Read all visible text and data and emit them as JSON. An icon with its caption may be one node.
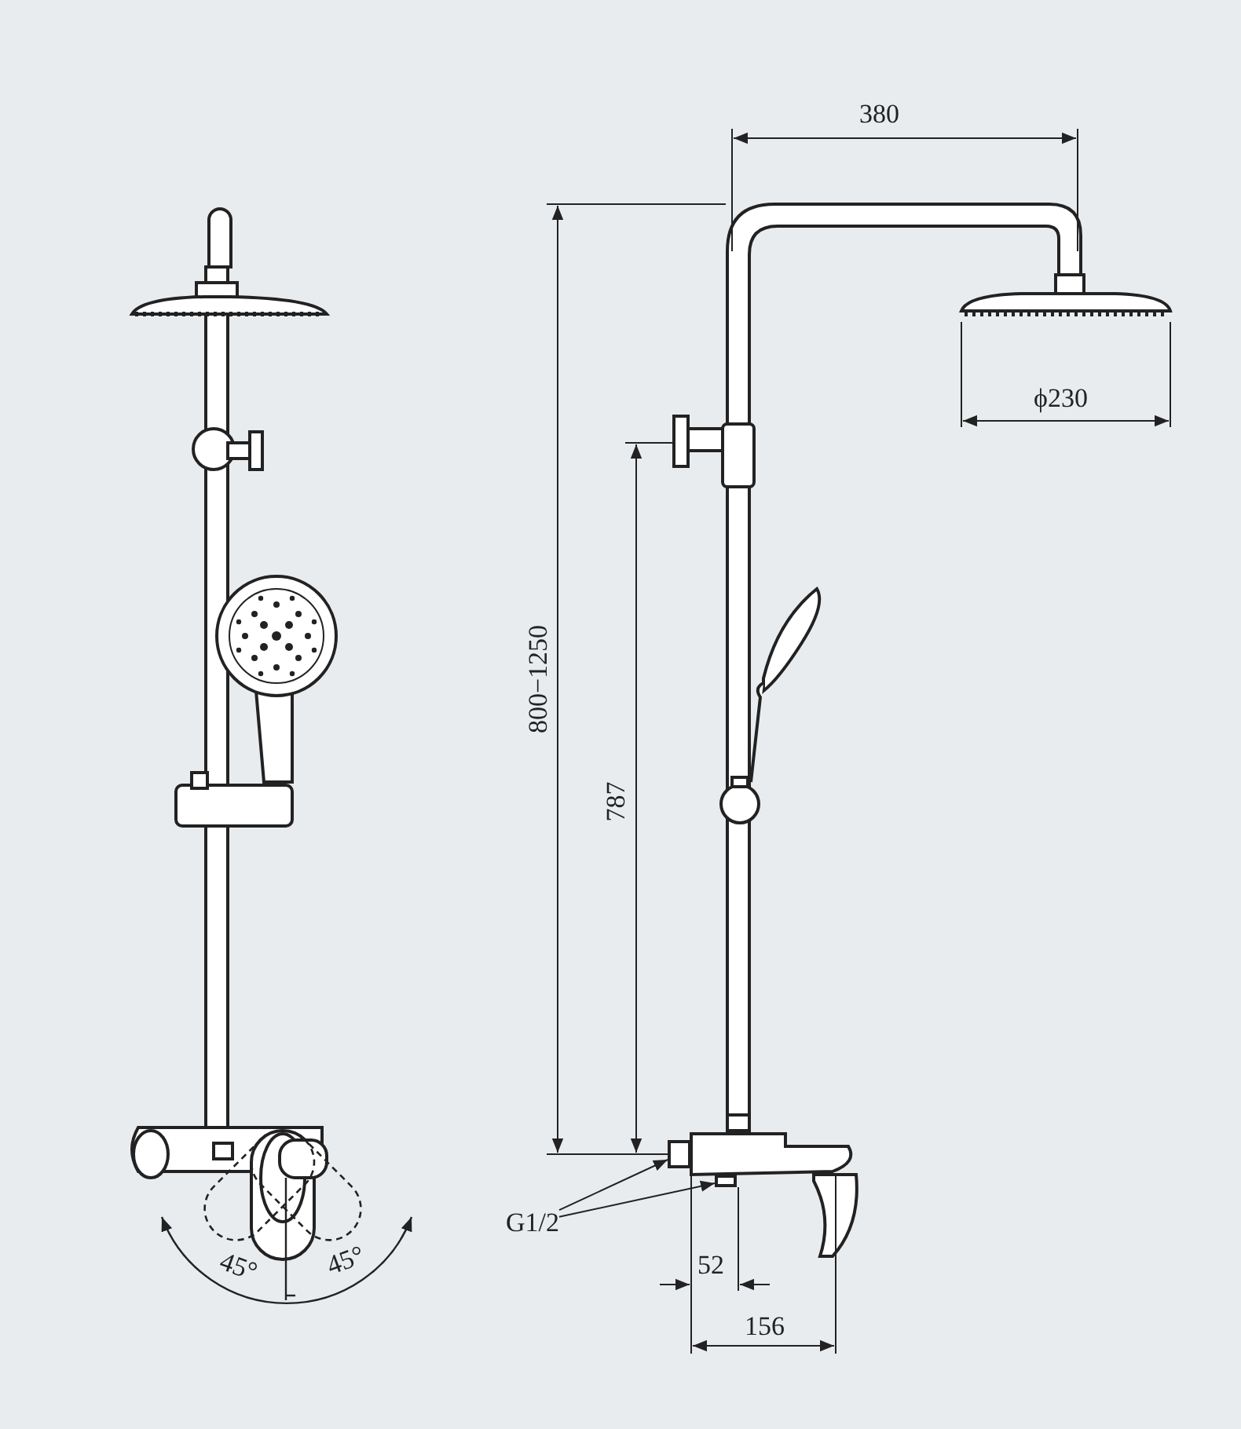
{
  "diagram": {
    "nodes": [
      {
        "text": [
          "G1/2"
        ]
      },
      {
        "text": [],
        "shape": "box"
      },
      {
        "text": [],
        "shape": "box"
      }
    ],
    "edges": [
      {
        "from": 0,
        "to": 1,
        "arrow": "to"
      },
      {
        "from": 0,
        "to": 2,
        "arrow": "to"
      }
    ],
    "labels": [
      "380",
      "ϕ230",
      "800−1250",
      "787",
      "52",
      "156",
      "45°",
      "45°"
    ]
  }
}
